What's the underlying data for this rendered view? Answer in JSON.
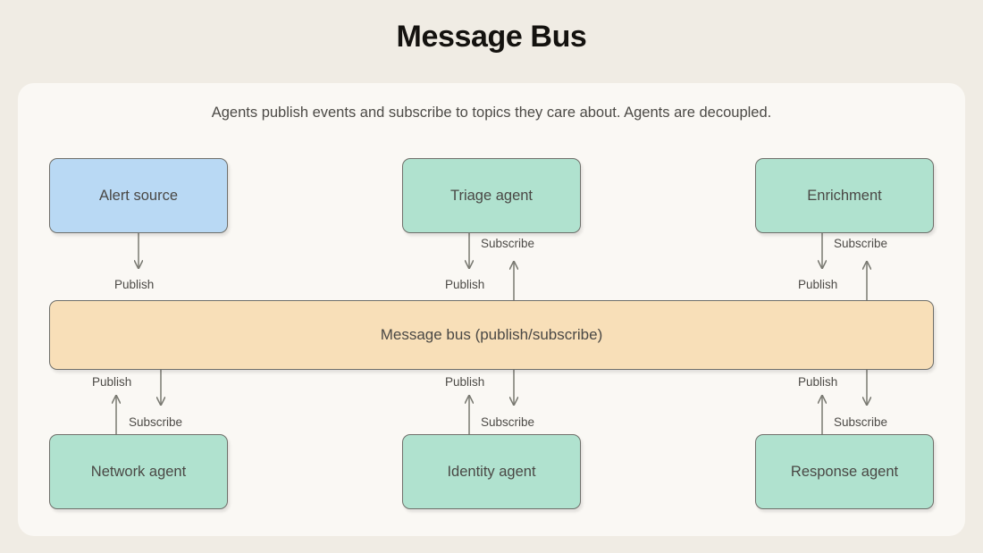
{
  "page": {
    "title": "Message Bus",
    "background_color": "#f0ece4",
    "card_color": "#faf8f4"
  },
  "diagram": {
    "subtitle": "Agents publish events and subscribe to topics they care about. Agents are decoupled.",
    "colors": {
      "source_node": "#b9d9f4",
      "agent_node": "#b0e2cf",
      "bus_node": "#f8dfb8",
      "node_border": "#6f6f6a",
      "text": "#4a4845",
      "edge": "#7a7a72"
    },
    "nodes": [
      {
        "id": "alert-source",
        "label": "Alert source",
        "type": "source",
        "row": "top",
        "column": "left"
      },
      {
        "id": "triage-agent",
        "label": "Triage agent",
        "type": "agent",
        "row": "top",
        "column": "center"
      },
      {
        "id": "enrichment",
        "label": "Enrichment",
        "type": "agent",
        "row": "top",
        "column": "right"
      },
      {
        "id": "message-bus",
        "label": "Message bus (publish/subscribe)",
        "type": "bus",
        "row": "middle",
        "column": "full"
      },
      {
        "id": "network-agent",
        "label": "Network agent",
        "type": "agent",
        "row": "bottom",
        "column": "left"
      },
      {
        "id": "identity-agent",
        "label": "Identity agent",
        "type": "agent",
        "row": "bottom",
        "column": "center"
      },
      {
        "id": "response-agent",
        "label": "Response agent",
        "type": "agent",
        "row": "bottom",
        "column": "right"
      }
    ],
    "edges": [
      {
        "from": "alert-source",
        "to": "message-bus",
        "label": "Publish",
        "direction": "down"
      },
      {
        "from": "triage-agent",
        "to": "message-bus",
        "label": "Publish",
        "direction": "down"
      },
      {
        "from": "message-bus",
        "to": "triage-agent",
        "label": "Subscribe",
        "direction": "up"
      },
      {
        "from": "enrichment",
        "to": "message-bus",
        "label": "Publish",
        "direction": "down"
      },
      {
        "from": "message-bus",
        "to": "enrichment",
        "label": "Subscribe",
        "direction": "up"
      },
      {
        "from": "network-agent",
        "to": "message-bus",
        "label": "Publish",
        "direction": "up"
      },
      {
        "from": "message-bus",
        "to": "network-agent",
        "label": "Subscribe",
        "direction": "down"
      },
      {
        "from": "identity-agent",
        "to": "message-bus",
        "label": "Publish",
        "direction": "up"
      },
      {
        "from": "message-bus",
        "to": "identity-agent",
        "label": "Subscribe",
        "direction": "down"
      },
      {
        "from": "response-agent",
        "to": "message-bus",
        "label": "Publish",
        "direction": "up"
      },
      {
        "from": "message-bus",
        "to": "response-agent",
        "label": "Subscribe",
        "direction": "down"
      }
    ],
    "edge_labels": {
      "top_left_publish": "Publish",
      "top_center_publish": "Publish",
      "top_center_subscribe": "Subscribe",
      "top_right_publish": "Publish",
      "top_right_subscribe": "Subscribe",
      "bottom_left_publish": "Publish",
      "bottom_left_subscribe": "Subscribe",
      "bottom_center_publish": "Publish",
      "bottom_center_subscribe": "Subscribe",
      "bottom_right_publish": "Publish",
      "bottom_right_subscribe": "Subscribe"
    }
  }
}
